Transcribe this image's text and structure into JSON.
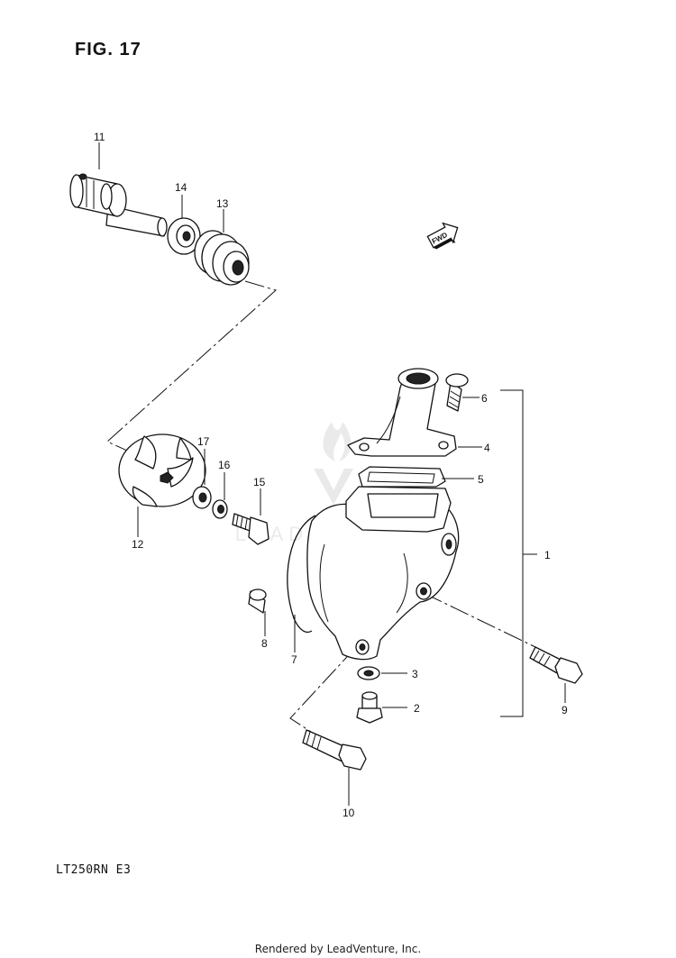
{
  "figure": {
    "title": "FIG. 17"
  },
  "model_code": "LT250RN  E3",
  "footer": "Rendered by LeadVenture, Inc.",
  "fwd_arrow": {
    "label": "FWD",
    "icon": "fwd-arrow-icon"
  },
  "watermark": {
    "text": "LEADVENTURE",
    "icon": "flame-logo-icon"
  },
  "callouts": [
    {
      "id": "c1",
      "number": "1",
      "part": "water-pump-assembly"
    },
    {
      "id": "c2",
      "number": "2",
      "part": "drain-bolt"
    },
    {
      "id": "c3",
      "number": "3",
      "part": "gasket-washer"
    },
    {
      "id": "c4",
      "number": "4",
      "part": "water-outlet-fitting"
    },
    {
      "id": "c5",
      "number": "5",
      "part": "outlet-gasket"
    },
    {
      "id": "c6",
      "number": "6",
      "part": "screw"
    },
    {
      "id": "c7",
      "number": "7",
      "part": "o-ring"
    },
    {
      "id": "c8",
      "number": "8",
      "part": "dowel-pin"
    },
    {
      "id": "c9",
      "number": "9",
      "part": "bolt"
    },
    {
      "id": "c10",
      "number": "10",
      "part": "bolt-long"
    },
    {
      "id": "c11",
      "number": "11",
      "part": "shaft-bearing"
    },
    {
      "id": "c12",
      "number": "12",
      "part": "impeller"
    },
    {
      "id": "c13",
      "number": "13",
      "part": "mechanical-seal"
    },
    {
      "id": "c14",
      "number": "14",
      "part": "oil-seal"
    },
    {
      "id": "c15",
      "number": "15",
      "part": "impeller-bolt"
    },
    {
      "id": "c16",
      "number": "16",
      "part": "washer"
    },
    {
      "id": "c17",
      "number": "17",
      "part": "seal-washer"
    }
  ]
}
